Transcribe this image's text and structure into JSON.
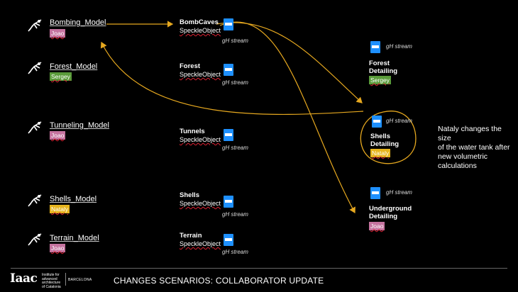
{
  "models": [
    {
      "name": "Bombing_Model",
      "user": "Joao",
      "color": "pink"
    },
    {
      "name": "Forest_Model",
      "user": "Sergey",
      "color": "green"
    },
    {
      "name": "Tunneling_Model",
      "user": "Joao",
      "color": "pink"
    },
    {
      "name": "Shells_Model",
      "user": "Nataly",
      "color": "yellow"
    },
    {
      "name": "Terrain_Model",
      "user": "Joao",
      "color": "pink"
    }
  ],
  "objects": [
    {
      "name": "BombCaves",
      "type": "SpeckleObject",
      "stream": "gH stream"
    },
    {
      "name": "Forest",
      "type": "SpeckleObject",
      "stream": "gH stream"
    },
    {
      "name": "Tunnels",
      "type": "SpeckleObject",
      "stream": "gH stream"
    },
    {
      "name": "Shells",
      "type": "SpeckleObject",
      "stream": "gH stream"
    },
    {
      "name": "Terrain",
      "type": "SpeckleObject",
      "stream": "gH stream"
    }
  ],
  "details": [
    {
      "stream": "gH stream",
      "name1": "Forest",
      "name2": "Detailing",
      "user": "Sergey",
      "color": "green"
    },
    {
      "stream": "gH stream",
      "name1": "Shells",
      "name2": "Detailing",
      "user": "Nataly",
      "color": "yellow"
    },
    {
      "stream": "gH stream",
      "name1": "Underground",
      "name2": "Detailing",
      "user": "Joao",
      "color": "pink"
    }
  ],
  "note": {
    "line1": "Nataly changes the size",
    "line2": "of the water tank after",
    "line3": "new volumetric",
    "line4": "calculations"
  },
  "footer": {
    "logo": "Iaac",
    "inst1": "Institute for",
    "inst2": "advanced",
    "inst3": "architecture",
    "inst4": "of Catalonia",
    "city": "BARCELONA",
    "title": "CHANGES SCENARIOS: COLLABORATOR UPDATE"
  },
  "colors": {
    "pink": "#c5739f",
    "green": "#5a9b3a",
    "yellow": "#e7b51d",
    "arrow": "#e6a81f",
    "stream": "#1e90ff"
  },
  "icons": {
    "model": "grasshopper-icon",
    "stream": "speckle-stream-icon"
  }
}
